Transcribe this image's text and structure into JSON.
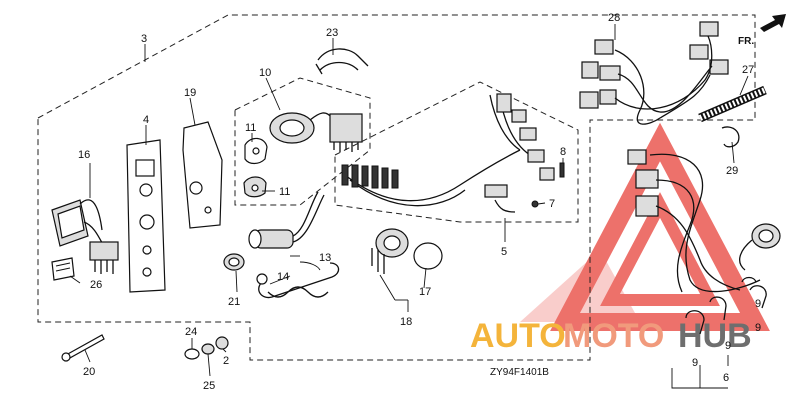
{
  "callouts": {
    "c2": "2",
    "c3": "3",
    "c4": "4",
    "c5": "5",
    "c6": "6",
    "c7": "7",
    "c8": "8",
    "c9a": "9",
    "c9b": "9",
    "c9c": "9",
    "c9d": "9",
    "c10": "10",
    "c11a": "11",
    "c11b": "11",
    "c13": "13",
    "c14": "14",
    "c16": "16",
    "c17": "17",
    "c18": "18",
    "c19": "19",
    "c20": "20",
    "c21": "21",
    "c23": "23",
    "c24": "24",
    "c25": "25",
    "c26": "26",
    "c27": "27",
    "c28": "28",
    "c29": "29"
  },
  "direction_label": "FR.",
  "diagram_code": "ZY94F1401B",
  "watermark": {
    "part1": "AUTO",
    "part2": "MOTO",
    "part3": "HUB",
    "colors": {
      "triangle": "#e8423a",
      "auto": "#f4b43b",
      "moto": "#f19a7c",
      "hub": "#6e6e6e"
    }
  }
}
